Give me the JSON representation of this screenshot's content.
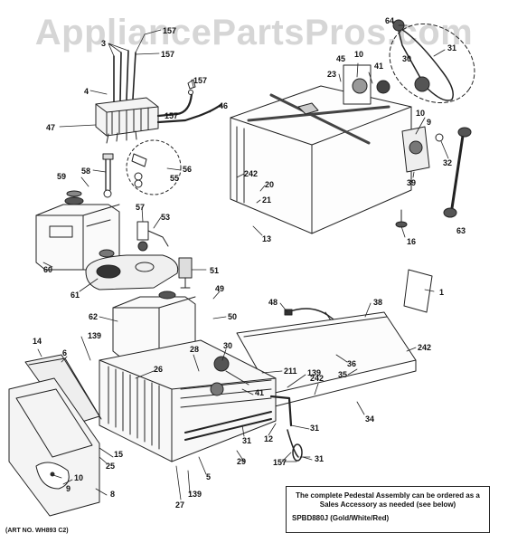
{
  "watermark": "AppliancePartsPros.com",
  "art_number": "(ART NO. WH893 C2)",
  "note": {
    "text": "The complete Pedestal Assembly can be ordered as a Sales Accessory as needed (see below)",
    "model": "SPBD880J (Gold/White/Red)"
  },
  "callouts": [
    {
      "id": "c1",
      "text": "157"
    },
    {
      "id": "c2",
      "text": "3"
    },
    {
      "id": "c3",
      "text": "157"
    },
    {
      "id": "c4",
      "text": "4"
    },
    {
      "id": "c5",
      "text": "157"
    },
    {
      "id": "c6",
      "text": "47"
    },
    {
      "id": "c7",
      "text": "157"
    },
    {
      "id": "c8",
      "text": "46"
    },
    {
      "id": "c9",
      "text": "64"
    },
    {
      "id": "c10",
      "text": "31"
    },
    {
      "id": "c11",
      "text": "30"
    },
    {
      "id": "c12",
      "text": "45"
    },
    {
      "id": "c13",
      "text": "10"
    },
    {
      "id": "c14",
      "text": "41"
    },
    {
      "id": "c15",
      "text": "23"
    },
    {
      "id": "c16",
      "text": "10"
    },
    {
      "id": "c17",
      "text": "9"
    },
    {
      "id": "c18",
      "text": "32"
    },
    {
      "id": "c19",
      "text": "39"
    },
    {
      "id": "c20",
      "text": "63"
    },
    {
      "id": "c21",
      "text": "59"
    },
    {
      "id": "c22",
      "text": "58"
    },
    {
      "id": "c23",
      "text": "55"
    },
    {
      "id": "c24",
      "text": "56"
    },
    {
      "id": "c25",
      "text": "242"
    },
    {
      "id": "c26",
      "text": "20"
    },
    {
      "id": "c27",
      "text": "21"
    },
    {
      "id": "c28",
      "text": "57"
    },
    {
      "id": "c29",
      "text": "53"
    },
    {
      "id": "c30",
      "text": "13"
    },
    {
      "id": "c31",
      "text": "16"
    },
    {
      "id": "c32",
      "text": "60"
    },
    {
      "id": "c33",
      "text": "51"
    },
    {
      "id": "c34",
      "text": "61"
    },
    {
      "id": "c35",
      "text": "1"
    },
    {
      "id": "c36",
      "text": "49"
    },
    {
      "id": "c37",
      "text": "50"
    },
    {
      "id": "c38",
      "text": "48"
    },
    {
      "id": "c39",
      "text": "38"
    },
    {
      "id": "c40",
      "text": "62"
    },
    {
      "id": "c41",
      "text": "242"
    },
    {
      "id": "c42",
      "text": "14"
    },
    {
      "id": "c43",
      "text": "139"
    },
    {
      "id": "c44",
      "text": "6"
    },
    {
      "id": "c45",
      "text": "28"
    },
    {
      "id": "c46",
      "text": "30"
    },
    {
      "id": "c47",
      "text": "26"
    },
    {
      "id": "c48",
      "text": "211"
    },
    {
      "id": "c49",
      "text": "36"
    },
    {
      "id": "c50",
      "text": "35"
    },
    {
      "id": "c51",
      "text": "139"
    },
    {
      "id": "c52",
      "text": "242"
    },
    {
      "id": "c53",
      "text": "41"
    },
    {
      "id": "c54",
      "text": "34"
    },
    {
      "id": "c55",
      "text": "15"
    },
    {
      "id": "c56",
      "text": "31"
    },
    {
      "id": "c57",
      "text": "12"
    },
    {
      "id": "c58",
      "text": "31"
    },
    {
      "id": "c59",
      "text": "25"
    },
    {
      "id": "c60",
      "text": "29"
    },
    {
      "id": "c61",
      "text": "157"
    },
    {
      "id": "c62",
      "text": "31"
    },
    {
      "id": "c63",
      "text": "10"
    },
    {
      "id": "c64",
      "text": "5"
    },
    {
      "id": "c65",
      "text": "9"
    },
    {
      "id": "c66",
      "text": "8"
    },
    {
      "id": "c67",
      "text": "27"
    },
    {
      "id": "c68",
      "text": "139"
    }
  ]
}
